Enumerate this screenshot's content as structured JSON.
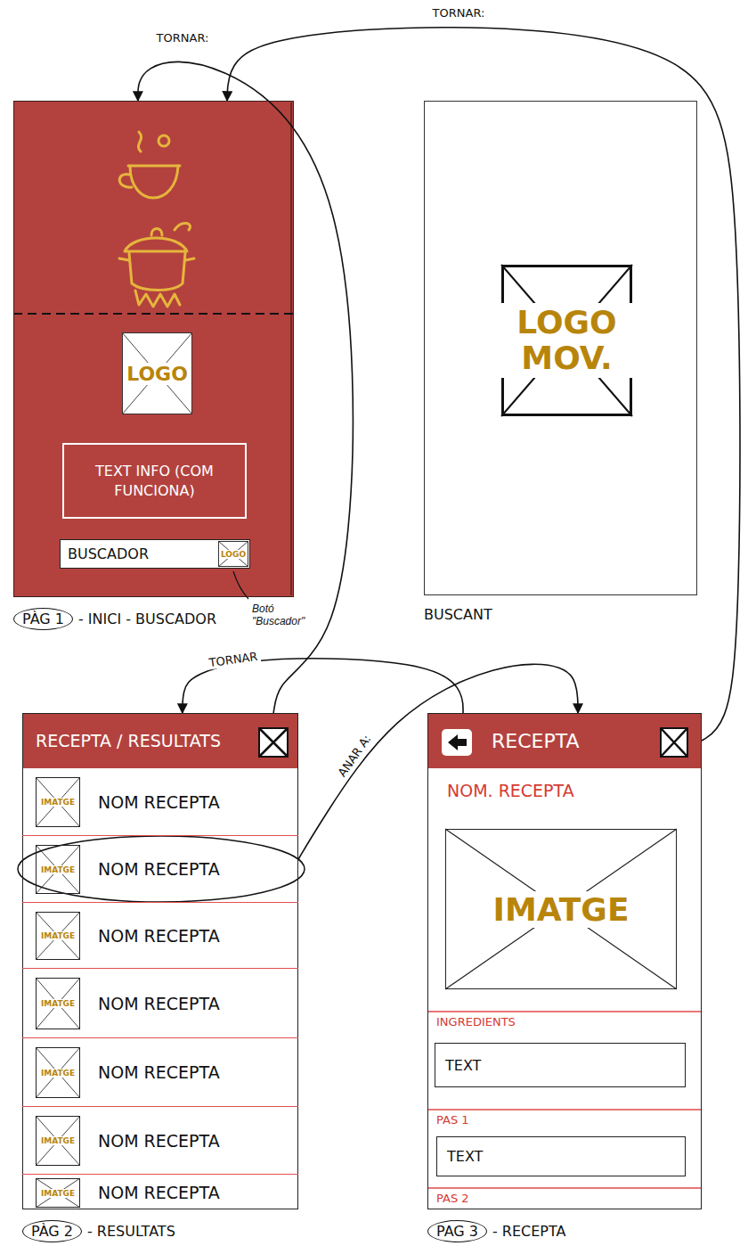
{
  "diagram": {
    "nodes": [
      {
        "text": [
          "PÀG 1",
          "- INICI - BUSCADOR"
        ]
      },
      {
        "text": [
          "LOGO"
        ],
        "in": 0
      },
      {
        "text": [
          "TEXT INFO (COM FUNCIONA)"
        ],
        "in": 0
      },
      {
        "text": [
          "BUSCADOR"
        ],
        "in": 0
      },
      {
        "text": [
          "LOGO"
        ],
        "in": 3
      },
      {
        "text": [
          "BUSCANT"
        ]
      },
      {
        "text": [
          "LOGO MOV."
        ],
        "in": 5
      },
      {
        "text": [
          "PÀG 2",
          "- RESULTATS"
        ]
      },
      {
        "text": [
          "RECEPTA / RESULTATS"
        ],
        "in": 7
      },
      {
        "text": [
          "NOM RECEPTA"
        ],
        "in": 7
      },
      {
        "text": [
          "IMATGE"
        ],
        "in": 9
      },
      {
        "text": [
          "NOM RECEPTA"
        ],
        "in": 7
      },
      {
        "text": [
          "IMATGE"
        ],
        "in": 11
      },
      {
        "text": [
          "NOM RECEPTA"
        ],
        "in": 7
      },
      {
        "text": [
          "IMATGE"
        ],
        "in": 13
      },
      {
        "text": [
          "NOM RECEPTA"
        ],
        "in": 7
      },
      {
        "text": [
          "IMATGE"
        ],
        "in": 15
      },
      {
        "text": [
          "NOM RECEPTA"
        ],
        "in": 7
      },
      {
        "text": [
          "IMATGE"
        ],
        "in": 17
      },
      {
        "text": [
          "NOM RECEPTA"
        ],
        "in": 7
      },
      {
        "text": [
          "IMATGE"
        ],
        "in": 19
      },
      {
        "text": [
          "NOM RECEPTA"
        ],
        "in": 7
      },
      {
        "text": [
          "IMATGE"
        ],
        "in": 21
      },
      {
        "text": [
          "PAG 3",
          "- RECEPTA"
        ]
      },
      {
        "text": [
          "RECEPTA"
        ],
        "in": 23
      },
      {
        "text": [
          "IMATGE"
        ],
        "in": 23
      },
      {
        "text": [
          "TEXT"
        ],
        "in": 23
      },
      {
        "text": [
          "TEXT"
        ],
        "in": 23
      }
    ],
    "edges": [
      {
        "from": 8,
        "to": 0,
        "arrow": "to",
        "label": "TORNAR:"
      },
      {
        "from": 24,
        "to": 0,
        "arrow": "to",
        "label": "TORNAR:"
      },
      {
        "from": 24,
        "to": 7,
        "arrow": "to",
        "label": "TORNAR"
      },
      {
        "from": 11,
        "to": 23,
        "arrow": "to",
        "label": "ANAR A:"
      }
    ],
    "labels": [
      "Botó \"Buscador\"",
      "NOM. RECEPTA",
      "INGREDIENTS",
      "PAS 1",
      "PAS 2"
    ]
  }
}
